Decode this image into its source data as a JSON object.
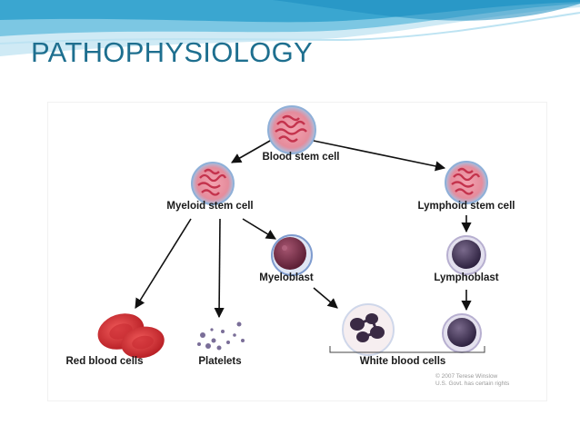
{
  "slide": {
    "title": "PATHOPHYSIOLOGY"
  },
  "diagram": {
    "nodes": {
      "blood_stem_cell": "Blood stem cell",
      "myeloid_stem_cell": "Myeloid stem cell",
      "lymphoid_stem_cell": "Lymphoid stem cell",
      "myeloblast": "Myeloblast",
      "lymphoblast": "Lymphoblast",
      "red_blood_cells": "Red blood cells",
      "platelets": "Platelets",
      "white_blood_cells": "White blood cells"
    },
    "credit": {
      "line1": "© 2007 Terese Winslow",
      "line2": "U.S. Govt. has certain rights"
    },
    "colors": {
      "title": "#1e6f8f",
      "header_wave": "#3aa6d0",
      "stem_cell": "#d9405a",
      "myeloblast": "#7a2f45",
      "lymphoblast": "#4a3a5a",
      "red_blood_cell": "#d62a32"
    }
  }
}
